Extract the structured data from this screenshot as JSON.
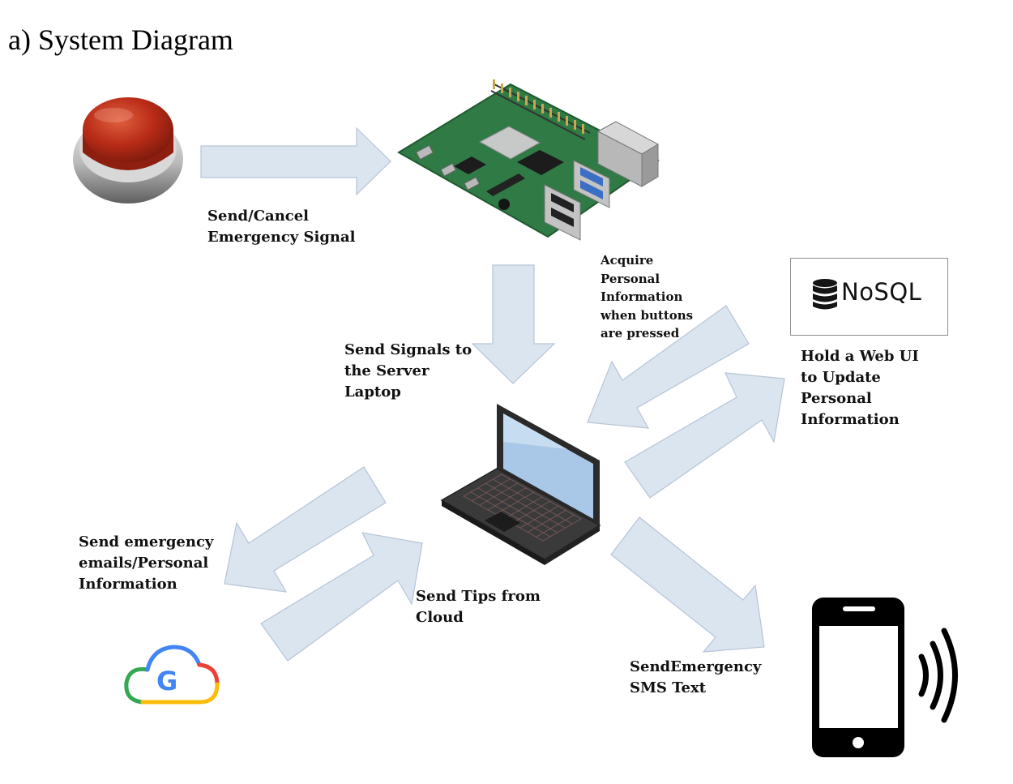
{
  "diagram": {
    "title": "a) System Diagram",
    "labels": {
      "send_cancel": "Send/Cancel\nEmergency Signal",
      "acquire": "Acquire\nPersonal\nInformation\nwhen buttons\nare pressed",
      "send_signals": "Send Signals to\nthe Server\nLaptop",
      "hold_web_ui": "Hold a Web UI\nto Update\nPersonal\nInformation",
      "send_emails": "Send emergency\nemails/Personal\nInformation",
      "send_tips": "Send Tips from\nCloud",
      "send_sms": "SendEmergency\nSMS Text"
    },
    "nodes": {
      "nosql_text": "NoSQL"
    },
    "colors": {
      "arrow_fill": "#dbe5f0",
      "arrow_stroke": "#b6c4d6",
      "button_red": "#c0311e",
      "pcb_green": "#2f7a45"
    },
    "icons": [
      "emergency-button-icon",
      "raspberry-pi-icon",
      "laptop-icon",
      "database-icon",
      "google-cloud-icon",
      "smartphone-signal-icon"
    ]
  }
}
